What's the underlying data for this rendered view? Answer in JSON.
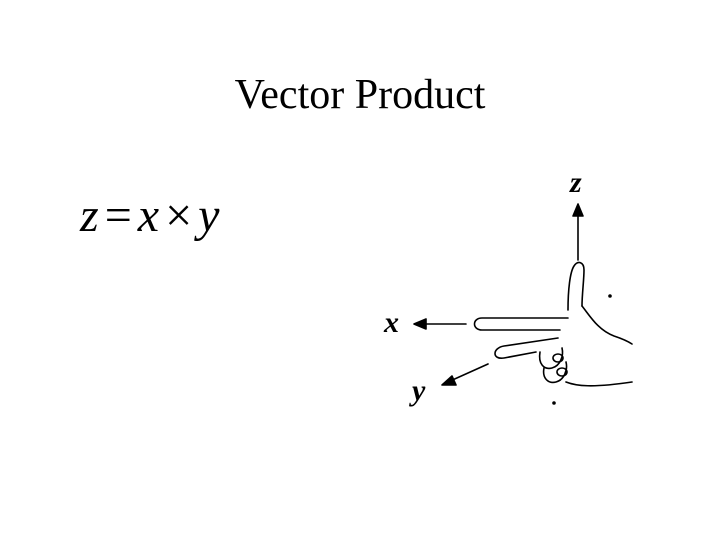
{
  "slide": {
    "title": "Vector Product"
  },
  "equation": {
    "lhs": "z",
    "equals": "=",
    "x": "x",
    "times": "×",
    "y": "y"
  },
  "figure": {
    "axes": {
      "z": "z",
      "x": "x",
      "y": "y"
    }
  }
}
